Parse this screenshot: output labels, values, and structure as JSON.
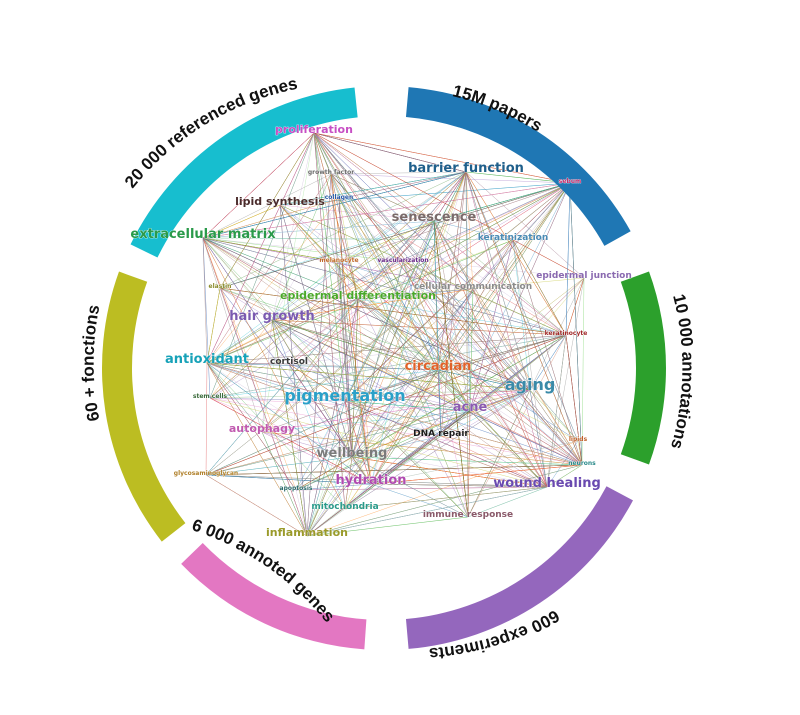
{
  "segments": [
    {
      "label": "15M papers",
      "color": "#1f77b4"
    },
    {
      "label": "10 000 annotations",
      "color": "#2ca02c"
    },
    {
      "label": "600 experiments",
      "color": "#9467bd"
    },
    {
      "label": "6 000 annoted genes",
      "color": "#e377c2"
    },
    {
      "label": "60 + fonctions",
      "color": "#bcbd22"
    },
    {
      "label": "20 000 referenced genes",
      "color": "#17becf"
    }
  ],
  "nodes": [
    {
      "label": "proliferation",
      "color": "#c74fc4",
      "size": "medium"
    },
    {
      "label": "barrier function",
      "color": "#1f5f8b",
      "size": "large"
    },
    {
      "label": "lipid synthesis",
      "color": "#4a2b2b",
      "size": "medium"
    },
    {
      "label": "senescence",
      "color": "#7a6a6a",
      "size": "large"
    },
    {
      "label": "extracellular matrix",
      "color": "#2a9a4a",
      "size": "large"
    },
    {
      "label": "keratinization",
      "color": "#4a8ab4",
      "size": "small"
    },
    {
      "label": "hair growth",
      "color": "#7a5ab0",
      "size": "large"
    },
    {
      "label": "epidermal differentiation",
      "color": "#4aa82a",
      "size": "medium"
    },
    {
      "label": "cellular communication",
      "color": "#8a8a8a",
      "size": "small"
    },
    {
      "label": "epidermal junction",
      "color": "#8a6ab0",
      "size": "small"
    },
    {
      "label": "antioxidant",
      "color": "#17a2b8",
      "size": "large"
    },
    {
      "label": "cortisol",
      "color": "#3a3a3a",
      "size": "small"
    },
    {
      "label": "circadian",
      "color": "#e0622a",
      "size": "large"
    },
    {
      "label": "pigmentation",
      "color": "#2aa0c8",
      "size": "xlarge"
    },
    {
      "label": "aging",
      "color": "#3a8aa8",
      "size": "xlarge"
    },
    {
      "label": "acne",
      "color": "#8a5ab0",
      "size": "large"
    },
    {
      "label": "autophagy",
      "color": "#c05ab0",
      "size": "medium"
    },
    {
      "label": "DNA repair",
      "color": "#1a1a1a",
      "size": "small"
    },
    {
      "label": "wellbeing",
      "color": "#7a7a7a",
      "size": "large"
    },
    {
      "label": "hydration",
      "color": "#b04ab0",
      "size": "large"
    },
    {
      "label": "wound healing",
      "color": "#6a4ab0",
      "size": "large"
    },
    {
      "label": "mitochondria",
      "color": "#2a9a8a",
      "size": "small"
    },
    {
      "label": "immune response",
      "color": "#8a5a6a",
      "size": "small"
    },
    {
      "label": "inflammation",
      "color": "#9a9a2a",
      "size": "medium"
    },
    {
      "label": "glycosaminoglycan",
      "color": "#b0802a",
      "size": "tiny"
    },
    {
      "label": "apoptosis",
      "color": "#2a6a6a",
      "size": "tiny"
    },
    {
      "label": "melanocyte",
      "color": "#c06a2a",
      "size": "tiny"
    },
    {
      "label": "growth factor",
      "color": "#6a6a6a",
      "size": "tiny"
    },
    {
      "label": "collagen",
      "color": "#2a5aa8",
      "size": "tiny"
    },
    {
      "label": "keratinocyte",
      "color": "#a02a2a",
      "size": "tiny"
    },
    {
      "label": "neurons",
      "color": "#2a8a8a",
      "size": "tiny"
    },
    {
      "label": "sebum",
      "color": "#c02a6a",
      "size": "tiny"
    },
    {
      "label": "elastin",
      "color": "#8a8a2a",
      "size": "tiny"
    },
    {
      "label": "stem cells",
      "color": "#3a6a3a",
      "size": "tiny"
    },
    {
      "label": "vascularization",
      "color": "#6a2a8a",
      "size": "tiny"
    },
    {
      "label": "lipids",
      "color": "#c0602a",
      "size": "tiny"
    }
  ],
  "edge_colors": [
    "#e377c2",
    "#2ca02c",
    "#1f77b4",
    "#bcbd22",
    "#17becf",
    "#9467bd",
    "#8c564b",
    "#ff7f0e",
    "#d62728",
    "#7f7f7f",
    "#98df8a",
    "#c5b0d5"
  ]
}
